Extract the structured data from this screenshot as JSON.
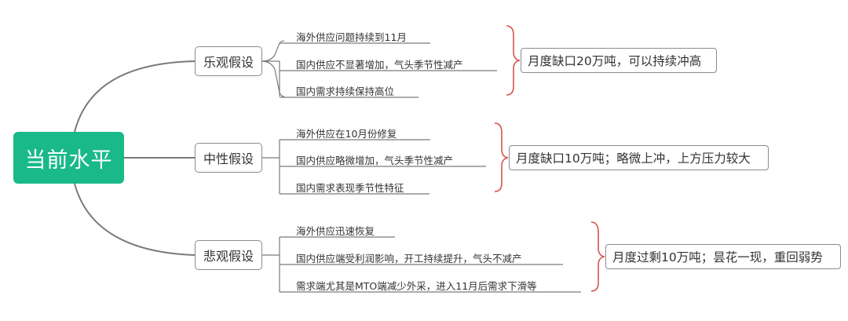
{
  "root": {
    "label": "当前水平"
  },
  "branches": [
    {
      "label": "乐观假设",
      "items": [
        "海外供应问题持续到11月",
        "国内供应不显著增加，气头季节性减产",
        "国内需求持续保持高位"
      ],
      "summary": "月度缺口20万吨，可以持续冲高"
    },
    {
      "label": "中性假设",
      "items": [
        "海外供应在10月份修复",
        "国内供应略微增加，气头季节性减产",
        "国内需求表现季节性特征"
      ],
      "summary": "月度缺口10万吨；略微上冲，上方压力较大"
    },
    {
      "label": "悲观假设",
      "items": [
        "海外供应迅速恢复",
        "国内供应端受利润影响，开工持续提升，气头不减产",
        "需求端尤其是MTO端减少外采，进入11月后需求下滑等"
      ],
      "summary": "月度过剩10万吨；昙花一现，重回弱势"
    }
  ],
  "colors": {
    "root": "#19b98a",
    "line": "#7a7a7a",
    "brace": "#d9534f"
  }
}
